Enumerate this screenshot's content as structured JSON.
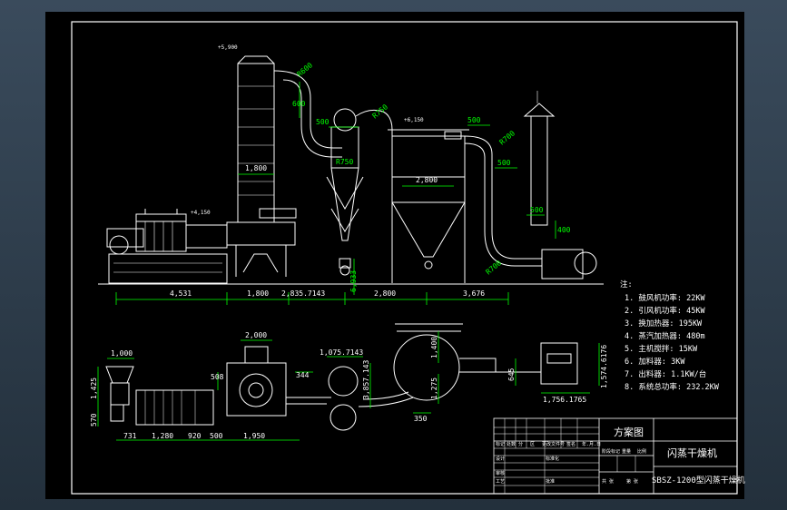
{
  "colors": {
    "canvas": "#000000",
    "outer": "#2c3b4a",
    "frame": "#ffffff",
    "equip": "#ffffff",
    "dim": "#00ff00",
    "pipe": "#ffffff",
    "cyan": "#00ffff",
    "red": "#ff2020",
    "yellow": "#ffff00"
  },
  "top_view_dims": {
    "horizontal": [
      "4,531",
      "1,800",
      "2,835.7143",
      "2,800",
      "3,676"
    ],
    "tower_width": "1,800",
    "duct_500_a": "500",
    "duct_500_b": "500",
    "duct_500_c": "500",
    "duct_500_d": "500",
    "duct_600": "600",
    "duct_400": "400",
    "r600": "R600",
    "r750": "R750",
    "r700": "R700",
    "r750b": "R750",
    "r700b": "R700",
    "cyclone_dia": "2,800",
    "valve_height": "6,933",
    "elev_1": "+5,900",
    "elev_2": "+4,150",
    "elev_3": "+6,150"
  },
  "plan_view_dims": {
    "d1000": "1,000",
    "d1425": "1,425",
    "d570": "570",
    "d731": "731",
    "d1280": "1,280",
    "d920": "920",
    "d500": "500",
    "d1950": "1,950",
    "d2000": "2,000",
    "d508": "508",
    "d344": "344",
    "d1075": "1,075.7143",
    "d3857": "3,857.143",
    "d1400": "1,400",
    "d1275": "1,275",
    "d350": "350",
    "d645": "645",
    "d1574": "1,574.6176",
    "d1756": "1,756.1765"
  },
  "notes": {
    "title": "注:",
    "items": [
      "1. 鼓风机功率: 22KW",
      "2. 引风机功率: 45KW",
      "3. 换加热器: 195KW",
      "4. 蒸汽加热器: 480m",
      "5. 主机搅拌: 15KW",
      "6. 加料器: 3KW",
      "7. 出料器: 1.1KW/台",
      "8. 系统总功率: 232.2KW"
    ]
  },
  "title_block": {
    "drawing_name": "方案图",
    "machine_name": "闪蒸干燥机",
    "model": "SBSZ-1200型闪蒸干燥机",
    "header_cells": [
      "标记",
      "处数",
      "分",
      "区",
      "更改文件号",
      "签名",
      "年.月.日"
    ],
    "design_label": "设计",
    "std_label": "标准化",
    "stage_labels": [
      "阶段标记",
      "重量",
      "比例"
    ],
    "check_label": "审核",
    "process_label": "工艺",
    "approve_label": "批准",
    "sheet_labels": [
      "共 张",
      "第 张"
    ]
  }
}
